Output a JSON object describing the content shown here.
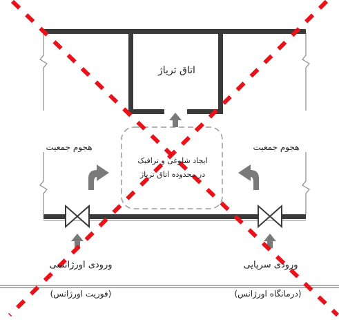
{
  "diagram": {
    "triage_room_label": "اتاق تریاژ",
    "congestion_note_line1": "ایجاد شلوغی و ترافیک",
    "congestion_note_line2": "در محدوده اتاق تریاژ",
    "crowd_left_label": "هجوم جمعیت",
    "crowd_right_label": "هجوم جمعیت",
    "entrance_emergency_label": "ورودی اورژانسی",
    "entrance_emergency_sub": "(فوریت اورژانس)",
    "entrance_outpatient_label": "ورودی سرپایی",
    "entrance_outpatient_sub": "(درمانگاه اورژانس)",
    "colors": {
      "wall": "#3a3a3a",
      "cross": "#e8121a",
      "arrow": "#7a7a7a",
      "dash": "#9a9a9a",
      "thin_wall": "#8a8a8a"
    }
  }
}
